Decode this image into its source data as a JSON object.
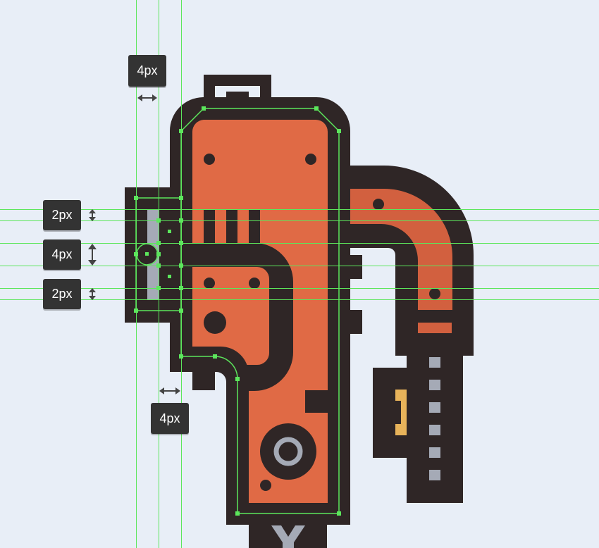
{
  "measure_labels": {
    "top_gap": "4px",
    "bottom_gap": "4px",
    "spacing_upper": "2px",
    "spacing_middle": "4px",
    "spacing_lower": "2px"
  },
  "colors": {
    "background": "#e8eef7",
    "outline": "#2f2626",
    "body_orange": "#e06a45",
    "pipe_orange": "#d2603f",
    "metal_grey": "#a5aab6",
    "accent_yellow": "#e8b35a",
    "guide_green": "#5ce65c",
    "label_bg": "#333333"
  }
}
